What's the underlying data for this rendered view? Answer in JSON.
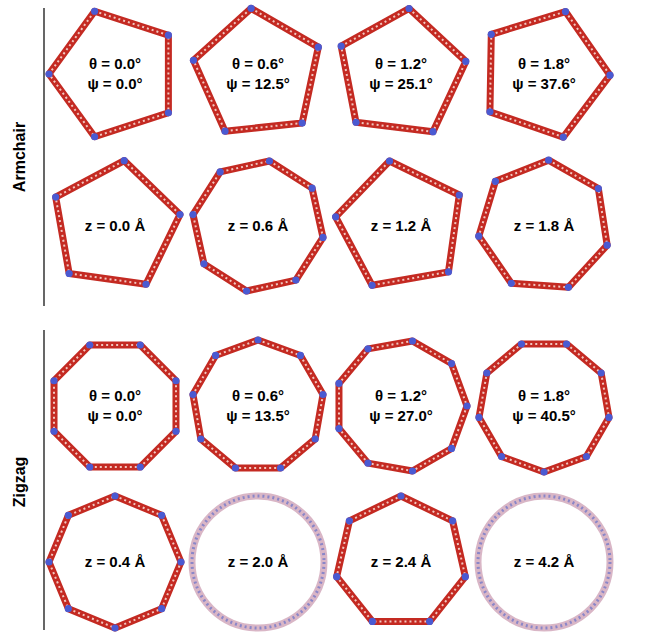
{
  "diagram": {
    "nodes": [
      {
        "text": [
          "θ = 0.0°",
          "ψ = 0.0°"
        ]
      },
      {
        "text": [
          "θ = 0.6°",
          "ψ = 12.5°"
        ]
      },
      {
        "text": [
          "θ = 1.2°",
          "ψ = 25.1°"
        ]
      },
      {
        "text": [
          "θ = 1.8°",
          "ψ = 37.6°"
        ]
      },
      {
        "text": [
          "z = 0.0 Å"
        ]
      },
      {
        "text": [
          "z = 0.6  Å"
        ]
      },
      {
        "text": [
          "z = 1.2 Å"
        ]
      },
      {
        "text": [
          "z = 1.8 Å"
        ]
      },
      {
        "text": [
          "θ = 0.0°",
          "ψ = 0.0°"
        ]
      },
      {
        "text": [
          "θ = 0.6°",
          "ψ = 13.5°"
        ]
      },
      {
        "text": [
          "θ = 1.2°",
          "ψ = 27.0°"
        ]
      },
      {
        "text": [
          "θ = 1.8°",
          "ψ = 40.5°"
        ]
      },
      {
        "text": [
          "z = 0.4 Å"
        ]
      },
      {
        "text": [
          "z = 2.0 Å"
        ]
      },
      {
        "text": [
          "z = 2.4 Å"
        ]
      },
      {
        "text": [
          "z = 4.2 Å"
        ]
      }
    ],
    "labels": [
      "Armchair",
      "Zigzag"
    ]
  }
}
